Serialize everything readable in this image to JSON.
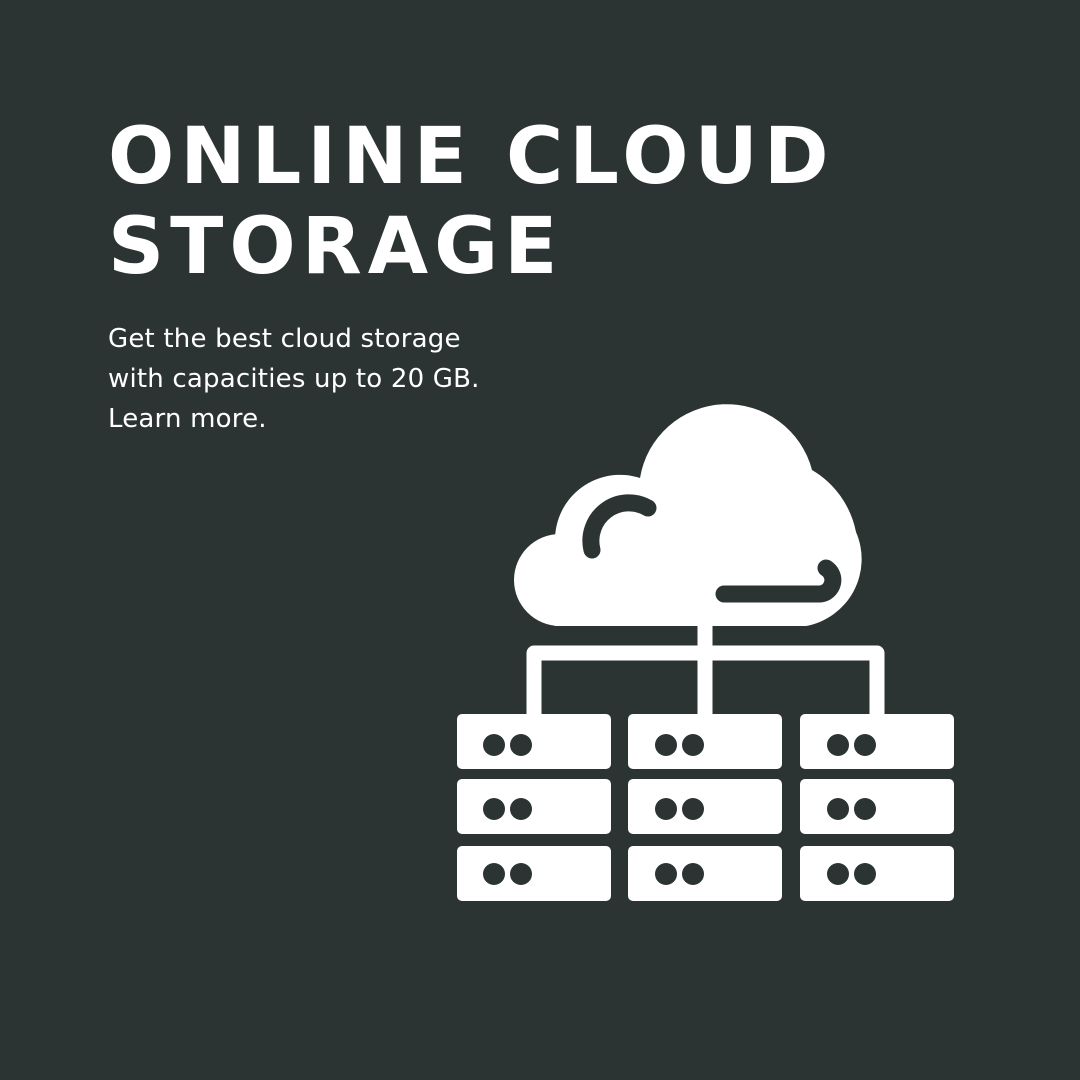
{
  "colors": {
    "background": "#2c3433",
    "foreground": "#ffffff"
  },
  "headline": {
    "line1": "ONLINE CLOUD",
    "line2": "STORAGE"
  },
  "subtext": {
    "line1": "Get the best cloud storage",
    "line2": "with capacities up to 20 GB.",
    "line3": "Learn more."
  },
  "illustration": {
    "icon": "cloud-server-network-icon",
    "server_columns": 3,
    "server_rows": 3
  }
}
